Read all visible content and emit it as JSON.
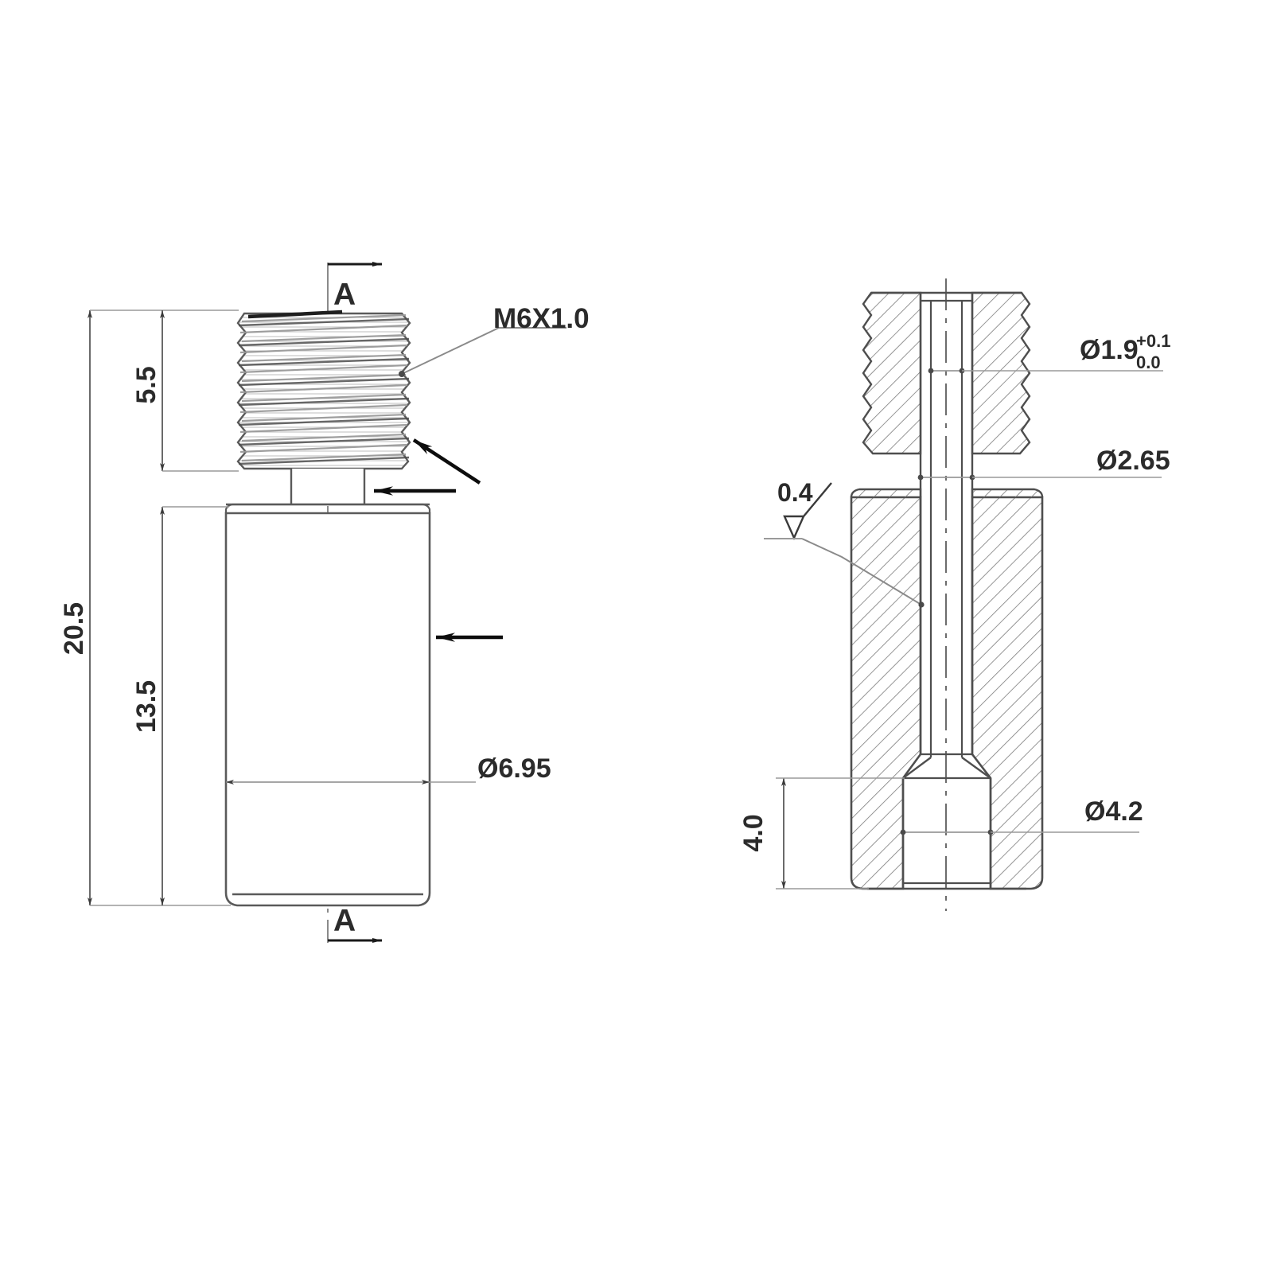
{
  "drawing": {
    "title": "Heat break / throat tube technical drawing",
    "background_color": "#ffffff",
    "line_color": "#4a4a4a",
    "text_color": "#2b2b2b",
    "arrow_color": "#111111",
    "hatch_color": "#6b6b6b"
  },
  "views": {
    "front": {
      "name": "front-elevation-view",
      "section_marks": {
        "top_label": "A",
        "bottom_label": "A"
      }
    },
    "section": {
      "name": "section-view-a-a",
      "label": ""
    }
  },
  "dimensions": {
    "overall_length": "20.5",
    "thread_length": "5.5",
    "body_length": "13.5",
    "body_diameter": "Ø6.95",
    "thread_spec": "M6X1.0",
    "bore_small_diameter": "Ø1.9",
    "bore_small_tol_upper": "+0.1",
    "bore_small_tol_lower": "0.0",
    "neck_diameter": "Ø2.65",
    "bore_large_diameter": "Ø4.2",
    "bore_large_depth": "4.0",
    "surface_finish": "0.4"
  }
}
